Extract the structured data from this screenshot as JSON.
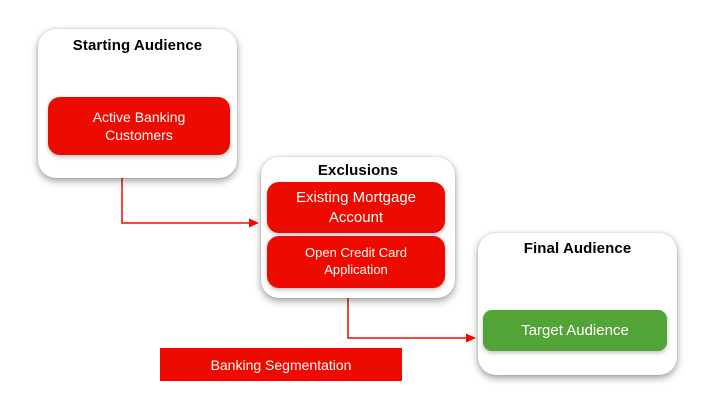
{
  "colors": {
    "red": "#ED0B00",
    "green": "#52A436",
    "card_bg": "#FFFFFF",
    "title_text": "#000000",
    "pill_text": "#FFFFFF"
  },
  "diagram": {
    "starting_audience": {
      "title": "Starting Audience",
      "items": [
        {
          "label": "Active Banking Customers"
        }
      ]
    },
    "exclusions": {
      "title": "Exclusions",
      "items": [
        {
          "label": "Existing Mortgage Account"
        },
        {
          "label": "Open Credit Card Application"
        }
      ]
    },
    "final_audience": {
      "title": "Final Audience",
      "items": [
        {
          "label": "Target Audience"
        }
      ]
    },
    "footer_label": "Banking Segmentation"
  }
}
